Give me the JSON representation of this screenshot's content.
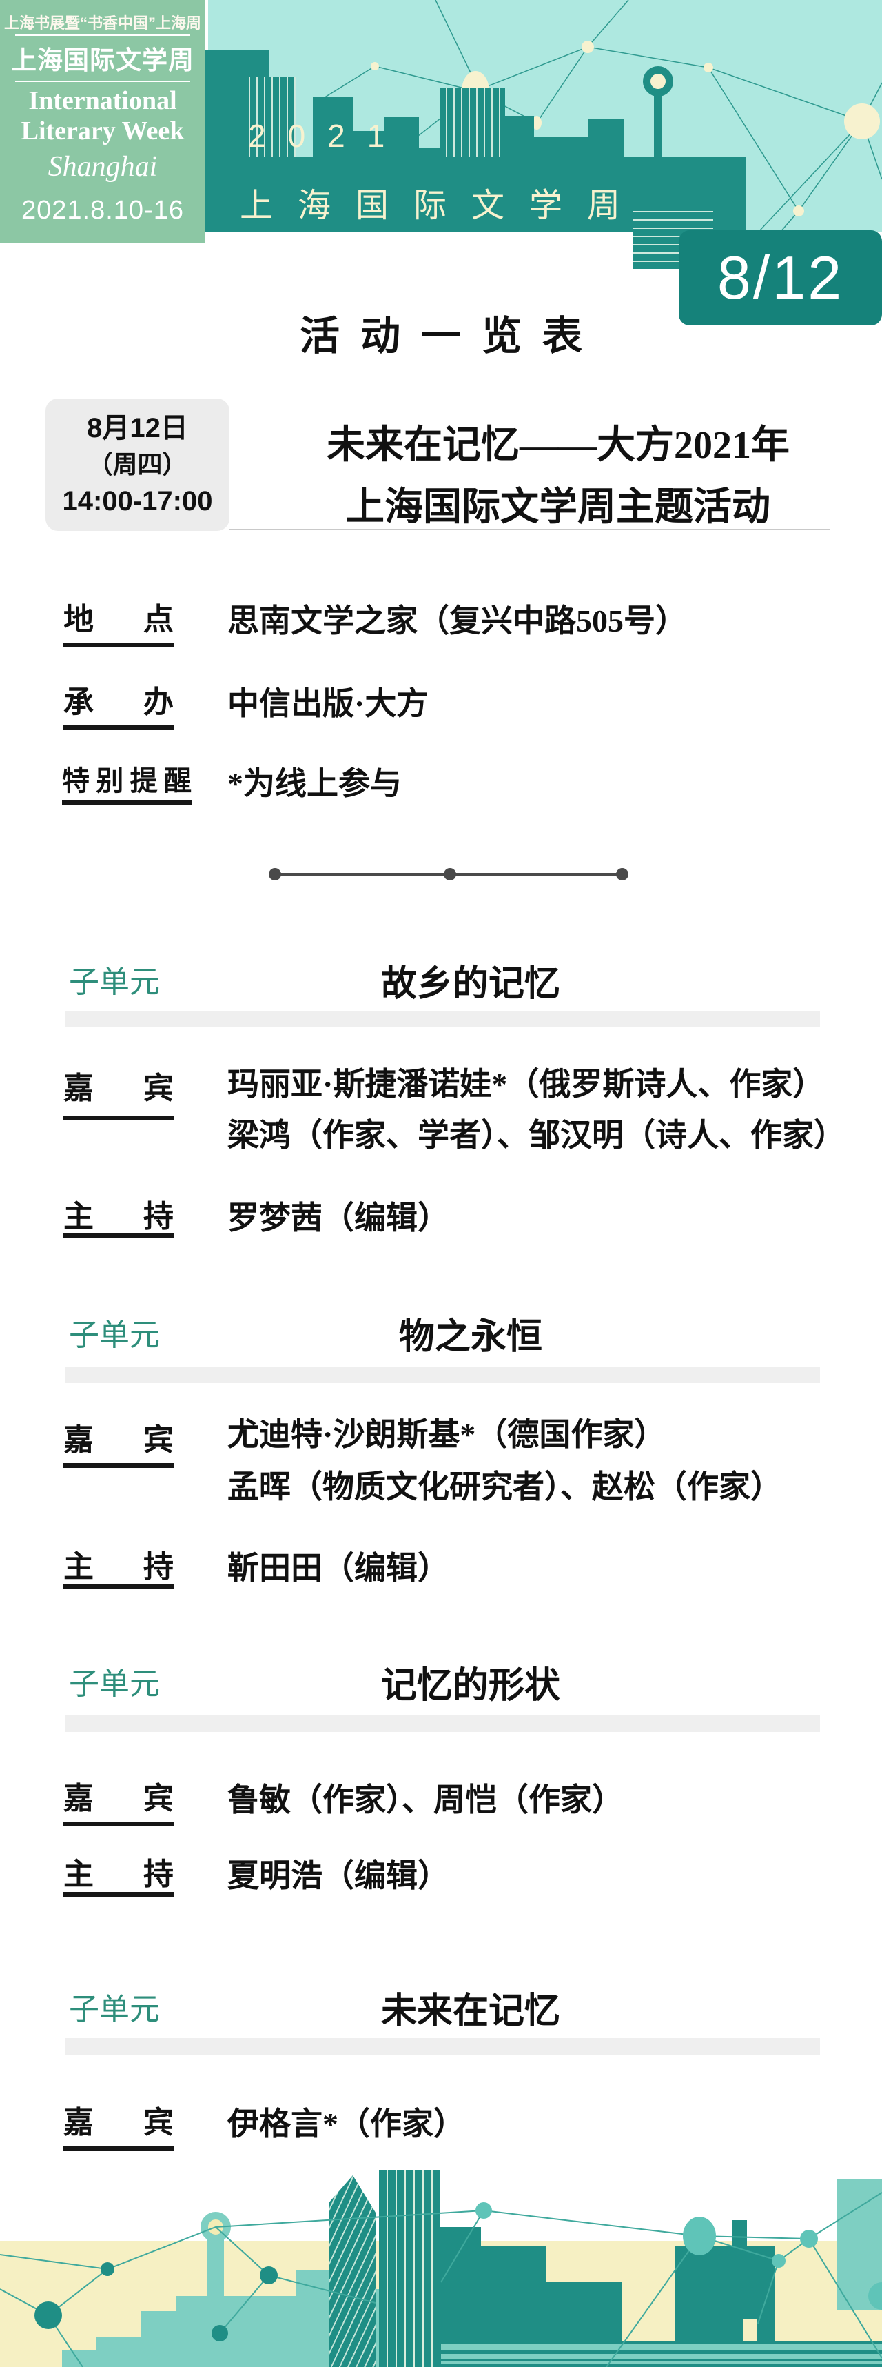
{
  "header": {
    "slogan": "上海书展暨“书香中国”上海周",
    "title_cn": "上海国际文学周",
    "title_en_line1": "International",
    "title_en_line2": "Literary Week",
    "script_word": "Shanghai",
    "dates": "2021.8.10-16",
    "skyline": {
      "year": "2021",
      "title": "上海国际文学周"
    },
    "date_badge": "8/12"
  },
  "page_title": "活动一览表",
  "event": {
    "date": "8月12日",
    "weekday": "（周四）",
    "time": "14:00-17:00",
    "title_line1": "未来在记忆——大方2021年",
    "title_line2": "上海国际文学周主题活动"
  },
  "labels": {
    "unit": "子单元",
    "guests": "嘉宾",
    "host": "主持"
  },
  "info": [
    {
      "label": "地点",
      "value": "思南文学之家（复兴中路505号）"
    },
    {
      "label": "承办",
      "value": "中信出版·大方"
    },
    {
      "label": "特别提醒",
      "value": "*为线上参与"
    }
  ],
  "sections": [
    {
      "title": "故乡的记忆",
      "guests": [
        "玛丽亚·斯捷潘诺娃*（俄罗斯诗人、作家）",
        "梁鸿（作家、学者）、邹汉明（诗人、作家）"
      ],
      "host": "罗梦茜（编辑）"
    },
    {
      "title": "物之永恒",
      "guests": [
        "尤迪特·沙朗斯基*（德国作家）",
        "孟晖（物质文化研究者）、赵松（作家）"
      ],
      "host": "靳田田（编辑）"
    },
    {
      "title": "记忆的形状",
      "guests": [
        "鲁敏（作家）、周恺（作家）"
      ],
      "host": "夏明浩（编辑）"
    },
    {
      "title": "未来在记忆",
      "guests": [
        "伊格言*（作家）"
      ],
      "host": null
    }
  ],
  "palette": {
    "header_green": "#8cc7a4",
    "sky_cyan": "#aee8e0",
    "skyline_teal": "#1f8e85",
    "badge_teal": "#15827a",
    "cream": "#f7f2cf",
    "footer_yellow": "#f6f0c3",
    "light_teal": "#7ecfc2",
    "unit_label_teal": "#2e8e7b",
    "gray_bar": "#efefef",
    "date_box_gray": "#ececec",
    "ink": "#111111"
  }
}
